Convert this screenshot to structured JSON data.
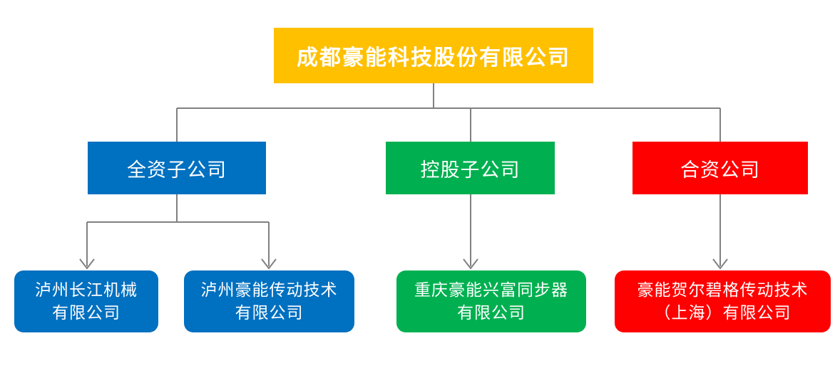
{
  "org_chart": {
    "root": {
      "label": "成都豪能科技股份有限公司",
      "color": "#FFC000"
    },
    "categories": [
      {
        "label": "全资子公司",
        "color": "#0070C0"
      },
      {
        "label": "控股子公司",
        "color": "#00B050"
      },
      {
        "label": "合资公司",
        "color": "#FF0000"
      }
    ],
    "companies": [
      {
        "lines": [
          "泸州长江机械",
          "有限公司"
        ],
        "parent": "全资子公司",
        "color": "#0070C0"
      },
      {
        "lines": [
          "泸州豪能传动技术",
          "有限公司"
        ],
        "parent": "全资子公司",
        "color": "#0070C0"
      },
      {
        "lines": [
          "重庆豪能兴富同步器",
          "有限公司"
        ],
        "parent": "控股子公司",
        "color": "#00B050"
      },
      {
        "lines": [
          "豪能贺尔碧格传动技术",
          "（上海）有限公司"
        ],
        "parent": "合资公司",
        "color": "#FF0000"
      }
    ]
  },
  "connectors": {
    "color": "#808080"
  }
}
